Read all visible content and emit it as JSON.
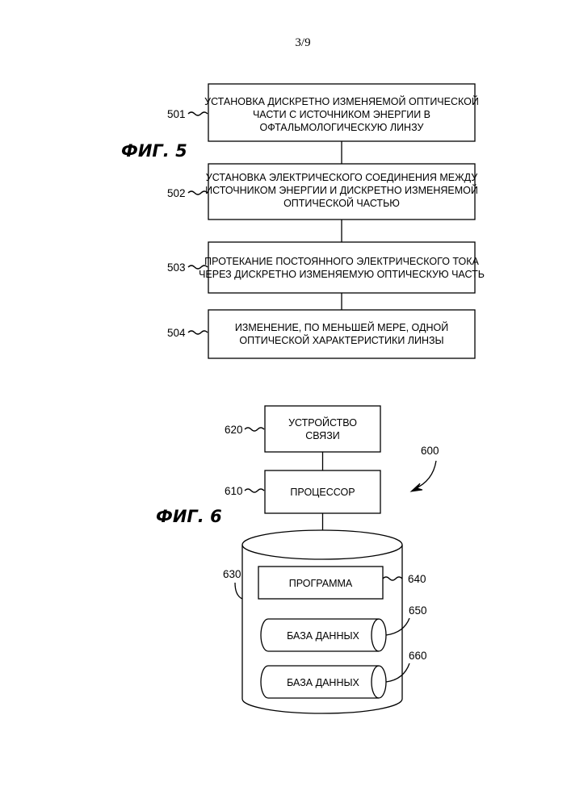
{
  "page_number": "3/9",
  "fig5": {
    "label": "ФИГ. 5",
    "steps": [
      {
        "ref": "501",
        "lines": [
          "УСТАНОВКА ДИСКРЕТНО ИЗМЕНЯЕМОЙ ОПТИЧЕСКОЙ",
          "ЧАСТИ С ИСТОЧНИКОМ ЭНЕРГИИ В",
          "ОФТАЛЬМОЛОГИЧЕСКУЮ ЛИНЗУ"
        ]
      },
      {
        "ref": "502",
        "lines": [
          "УСТАНОВКА ЭЛЕКТРИЧЕСКОГО СОЕДИНЕНИЯ МЕЖДУ",
          "ИСТОЧНИКОМ ЭНЕРГИИ И ДИСКРЕТНО ИЗМЕНЯЕМОЙ",
          "ОПТИЧЕСКОЙ ЧАСТЬЮ"
        ]
      },
      {
        "ref": "503",
        "lines": [
          "ПРОТЕКАНИЕ ПОСТОЯННОГО ЭЛЕКТРИЧЕСКОГО ТОКА",
          "ЧЕРЕЗ ДИСКРЕТНО ИЗМЕНЯЕМУЮ ОПТИЧЕСКУЮ ЧАСТЬ"
        ]
      },
      {
        "ref": "504",
        "lines": [
          "ИЗМЕНЕНИЕ, ПО МЕНЬШЕЙ МЕРЕ, ОДНОЙ",
          "ОПТИЧЕСКОЙ ХАРАКТЕРИСТИКИ ЛИНЗЫ"
        ]
      }
    ]
  },
  "fig6": {
    "label": "ФИГ. 6",
    "system_ref": "600",
    "comm_device": {
      "ref": "620",
      "lines": [
        "УСТРОЙСТВО",
        "СВЯЗИ"
      ]
    },
    "processor": {
      "ref": "610",
      "lines": [
        "ПРОЦЕССОР"
      ]
    },
    "storage": {
      "ref": "630"
    },
    "program": {
      "ref": "640",
      "lines": [
        "ПРОГРАММА"
      ]
    },
    "database_1": {
      "ref": "650",
      "lines": [
        "БАЗА ДАННЫХ"
      ]
    },
    "database_2": {
      "ref": "660",
      "lines": [
        "БАЗА ДАННЫХ"
      ]
    }
  }
}
